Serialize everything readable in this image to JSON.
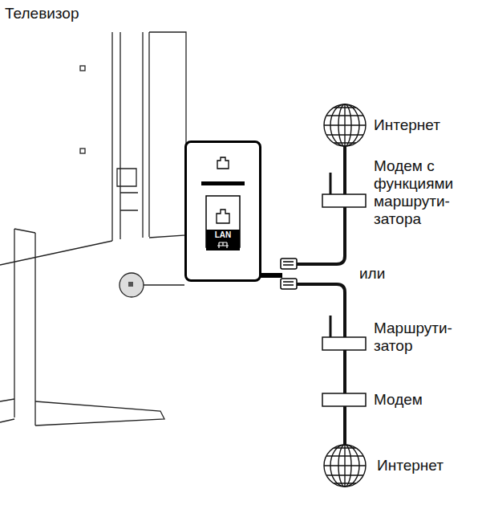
{
  "diagram": {
    "nodes": [
      {
        "text": [
          "LAN"
        ]
      }
    ],
    "labels": [
      "Телевизор",
      "Интернет",
      "Модем с функциями маршрути- затора",
      "или",
      "Маршрути- затор",
      "Модем",
      "Интернет"
    ]
  }
}
